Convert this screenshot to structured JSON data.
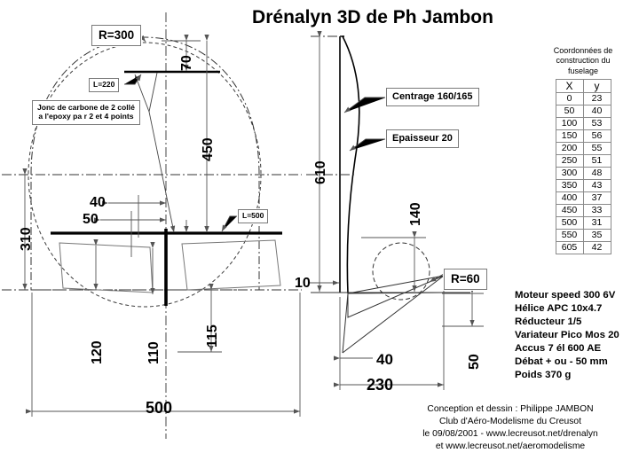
{
  "title": "Drénalyn 3D de Ph Jambon",
  "callouts": {
    "r300": "R=300",
    "l220": "L=220",
    "l500": "L=500",
    "r60": "R=60",
    "centrage": "Centrage 160/165",
    "epaisseur": "Epaisseur 20",
    "jonc_line1": "Jonc de carbone de 2 collé",
    "jonc_line2": "a l'epoxy pa r 2 et 4 points"
  },
  "dimensions": {
    "d70": "70",
    "d450": "450",
    "d310": "310",
    "d40_left": "40",
    "d50_left": "50",
    "d120": "120",
    "d110": "110",
    "d115": "115",
    "d500": "500",
    "d610": "610",
    "d140": "140",
    "d10": "10",
    "d40_right": "40",
    "d230": "230",
    "d50_right": "50"
  },
  "table": {
    "caption_line1": "Coordonnées de",
    "caption_line2": "construction du",
    "caption_line3": "fuselage",
    "headers": [
      "X",
      "y"
    ],
    "rows": [
      [
        "0",
        "23"
      ],
      [
        "50",
        "40"
      ],
      [
        "100",
        "53"
      ],
      [
        "150",
        "56"
      ],
      [
        "200",
        "55"
      ],
      [
        "250",
        "51"
      ],
      [
        "300",
        "48"
      ],
      [
        "350",
        "43"
      ],
      [
        "400",
        "37"
      ],
      [
        "450",
        "33"
      ],
      [
        "500",
        "31"
      ],
      [
        "550",
        "35"
      ],
      [
        "605",
        "42"
      ]
    ]
  },
  "specs": [
    "Moteur speed 300 6V",
    "Hélice APC 10x4.7",
    "Réducteur 1/5",
    "Variateur Pico Mos 20",
    "Accus 7 él 600 AE",
    "Débat + ou - 50 mm",
    "Poids 370 g"
  ],
  "credits": [
    "Conception et dessin : Philippe JAMBON",
    "Club d'Aéro-Modelisme du Creusot",
    "le 09/08/2001 - www.lecreusot.net/drenalyn",
    "et  www.lecreusot.net/aeromodelisme"
  ],
  "colors": {
    "ink": "#000000",
    "thin": "#6b6b6b",
    "dash": "#3a3a3a",
    "paper": "#ffffff"
  }
}
